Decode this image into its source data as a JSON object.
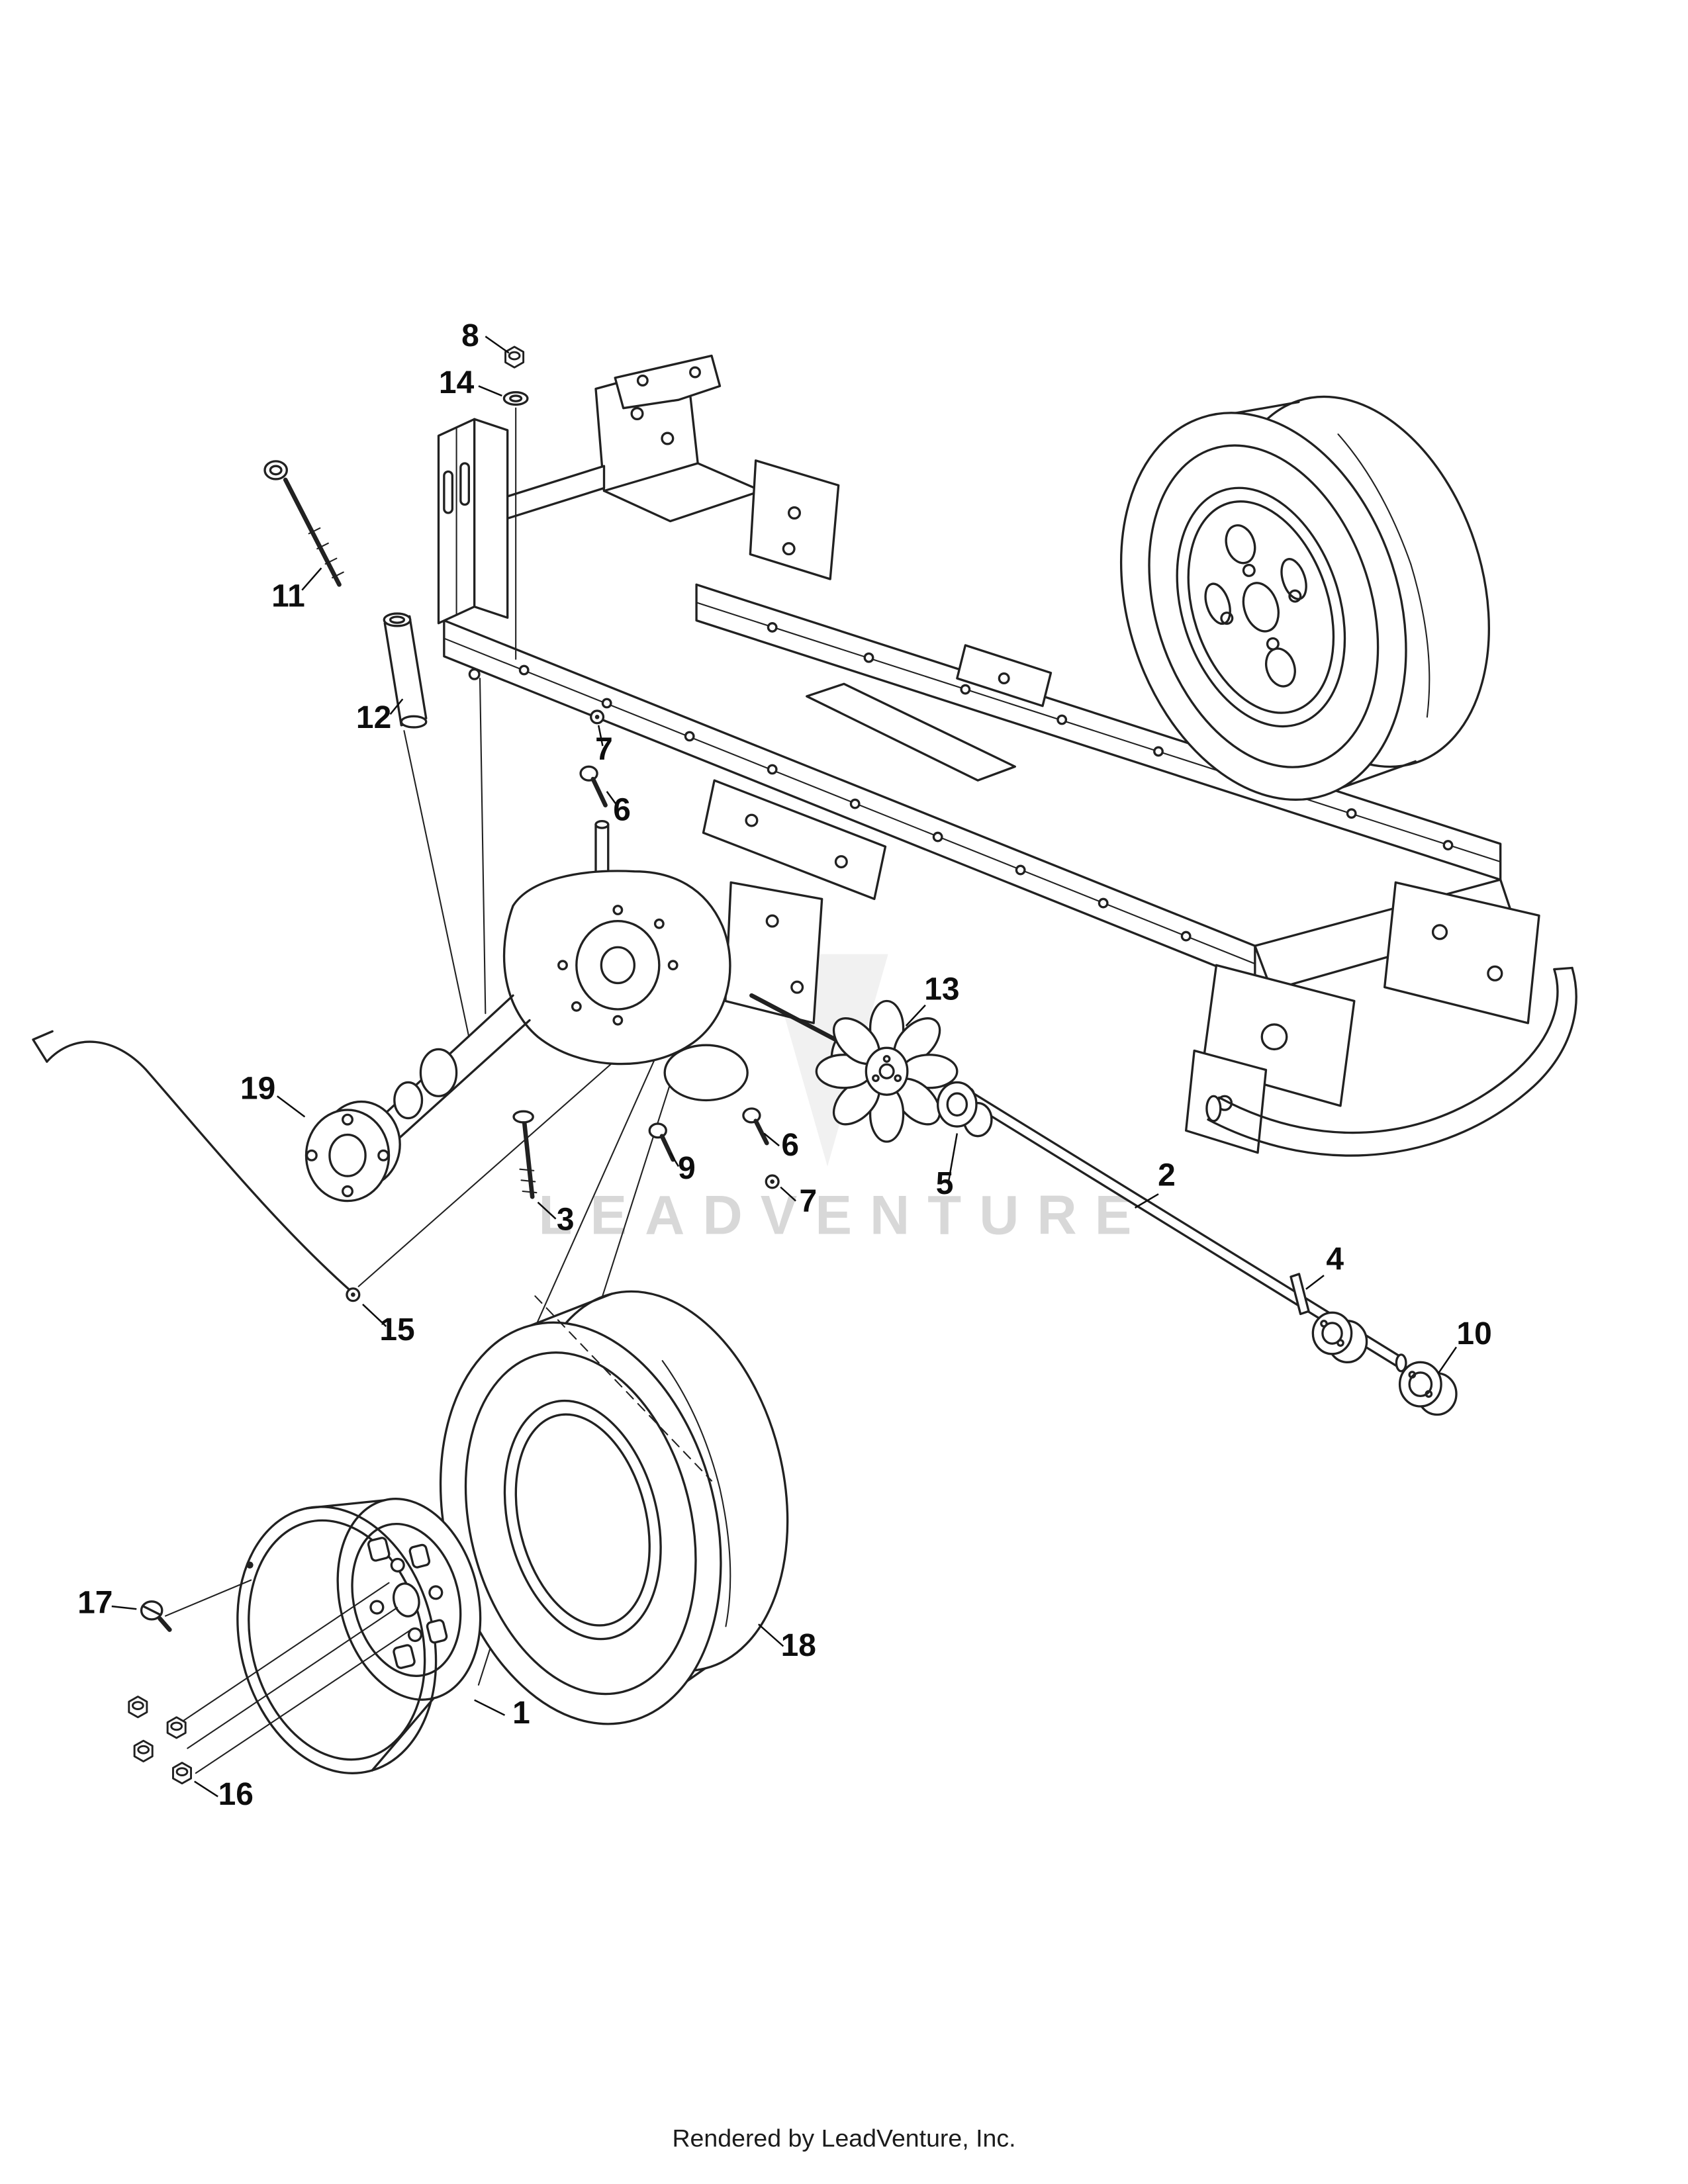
{
  "page": {
    "background": "#ffffff",
    "line_color": "#212121"
  },
  "watermark": {
    "text": "LEADVENTURE",
    "color": "#d2d2d2",
    "logo_color": "#e6e6e6"
  },
  "footer": {
    "text": "Rendered by LeadVenture, Inc."
  },
  "callouts": {
    "n8": {
      "label": "8"
    },
    "n14": {
      "label": "14"
    },
    "n11": {
      "label": "11"
    },
    "n12": {
      "label": "12"
    },
    "n7a": {
      "label": "7"
    },
    "n6a": {
      "label": "6"
    },
    "n19": {
      "label": "19"
    },
    "n3": {
      "label": "3"
    },
    "n9": {
      "label": "9"
    },
    "n6b": {
      "label": "6"
    },
    "n7b": {
      "label": "7"
    },
    "n13": {
      "label": "13"
    },
    "n5": {
      "label": "5"
    },
    "n2": {
      "label": "2"
    },
    "n4": {
      "label": "4"
    },
    "n10": {
      "label": "10"
    },
    "n15": {
      "label": "15"
    },
    "n17": {
      "label": "17"
    },
    "n1": {
      "label": "1"
    },
    "n16": {
      "label": "16"
    },
    "n18": {
      "label": "18"
    }
  }
}
